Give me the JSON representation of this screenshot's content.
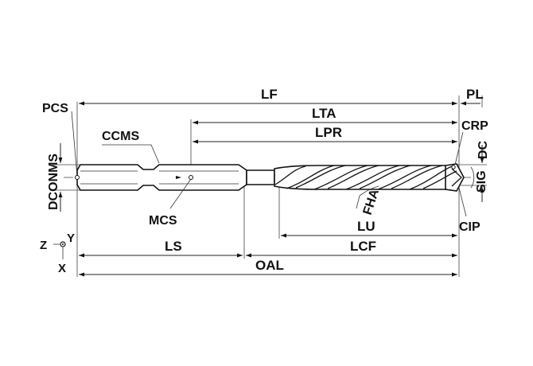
{
  "diagram": {
    "labels": {
      "lf": "LF",
      "pl": "PL",
      "pcs": "PCS",
      "lta": "LTA",
      "crp": "CRP",
      "ccms": "CCMS",
      "lpr": "LPR",
      "dc": "DC",
      "dconms": "DCONMS",
      "sig": "SIG",
      "fha": "FHA",
      "mcs": "MCS",
      "lu": "LU",
      "cip": "CIP",
      "ls": "LS",
      "lcf": "LCF",
      "oal": "OAL",
      "axis_z": "Z",
      "axis_y": "Y",
      "axis_x": "X"
    }
  }
}
